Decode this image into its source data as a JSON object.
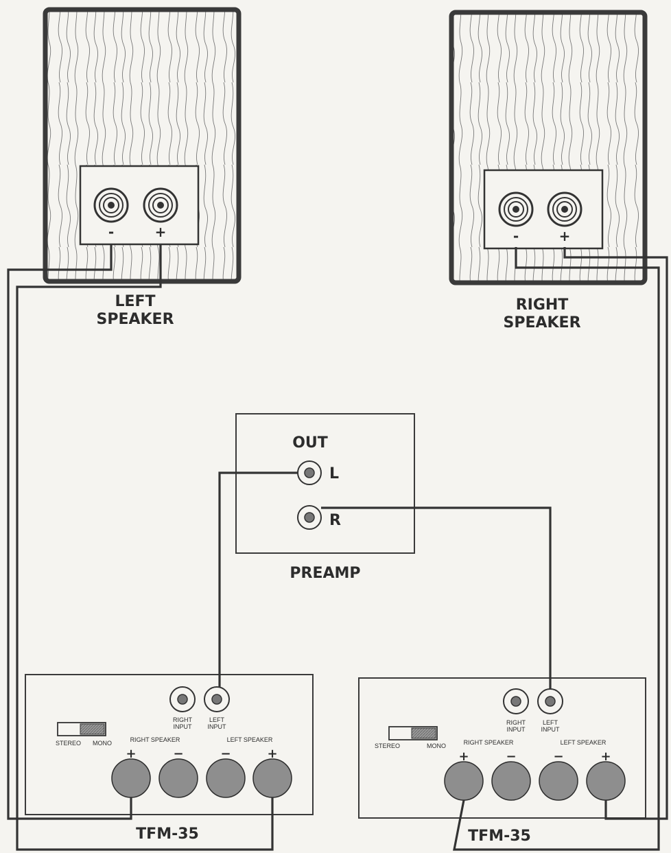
{
  "left_speaker": {
    "label_line1": "LEFT",
    "label_line2": "SPEAKER",
    "minus": "-",
    "plus": "+"
  },
  "right_speaker": {
    "label_line1": "RIGHT",
    "label_line2": "SPEAKER",
    "minus": "-",
    "plus": "+"
  },
  "preamp": {
    "out_label": "OUT",
    "l_label": "L",
    "r_label": "R",
    "name": "PREAMP"
  },
  "amplifiers": [
    {
      "model": "TFM-35",
      "right_input_line1": "RIGHT",
      "right_input_line2": "INPUT",
      "left_input_line1": "LEFT",
      "left_input_line2": "INPUT",
      "stereo_label": "STEREO",
      "mono_label": "MONO",
      "right_speaker_label": "RIGHT SPEAKER",
      "left_speaker_label": "LEFT SPEAKER",
      "t1": "+",
      "t2": "−",
      "t3": "−",
      "t4": "+"
    },
    {
      "model": "TFM-35",
      "right_input_line1": "RIGHT",
      "right_input_line2": "INPUT",
      "left_input_line1": "LEFT",
      "left_input_line2": "INPUT",
      "stereo_label": "STEREO",
      "mono_label": "MONO",
      "right_speaker_label": "RIGHT SPEAKER",
      "left_speaker_label": "LEFT SPEAKER",
      "t1": "+",
      "t2": "−",
      "t3": "−",
      "t4": "+"
    }
  ]
}
